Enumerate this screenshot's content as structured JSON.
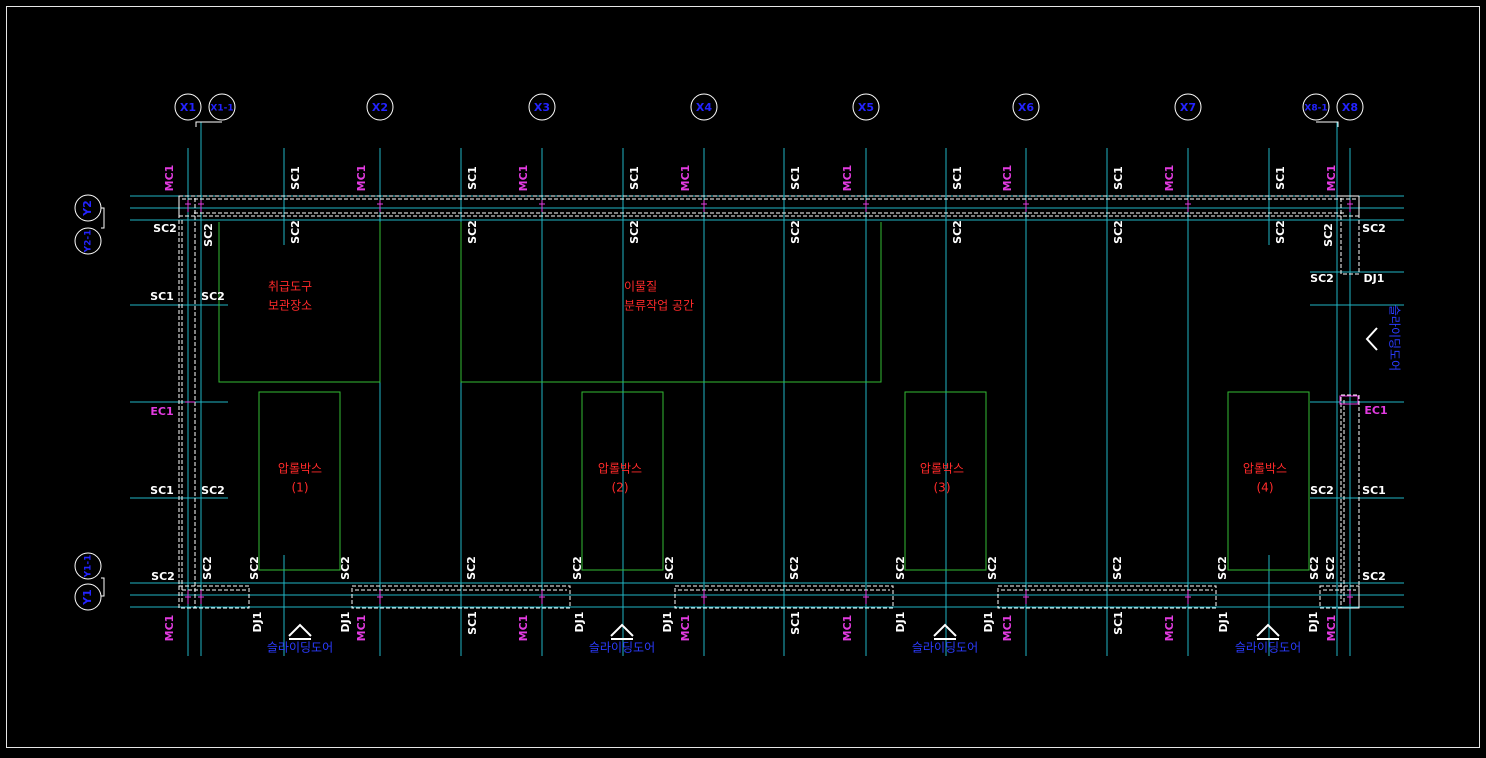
{
  "colors": {
    "background": "#000000",
    "frame": "#e6e6e6",
    "grid_line": "#21b5c4",
    "wall": "#ffffff",
    "column_mark": "#e23be0",
    "zone": "#33bb33",
    "room_label": "#ff2a2a",
    "grid_bubble_text": "#2323ff",
    "grid_bubble_fill": "#000000",
    "member_label": "#ffffff",
    "door_label": "#2b3bff"
  },
  "grid": {
    "x_labels": [
      "X1",
      "X1-1",
      "X2",
      "X3",
      "X4",
      "X5",
      "X6",
      "X7",
      "X8-1",
      "X8"
    ],
    "y_labels": [
      "Y2",
      "Y2-1",
      "Y1-1",
      "Y1"
    ]
  },
  "rooms": [
    {
      "lines": [
        "취급도구",
        "보관장소"
      ]
    },
    {
      "lines": [
        "이물질",
        "분류작업 공간"
      ]
    },
    {
      "lines": [
        "압롤박스",
        "(1)"
      ]
    },
    {
      "lines": [
        "압롤박스",
        "(2)"
      ]
    },
    {
      "lines": [
        "압롤박스",
        "(3)"
      ]
    },
    {
      "lines": [
        "압롤박스",
        "(4)"
      ]
    }
  ],
  "members": {
    "mc1": "MC1",
    "sc1": "SC1",
    "sc2": "SC2",
    "ec1": "EC1",
    "dj1": "DJ1"
  },
  "doors": {
    "bottom": [
      "슬라이딩도어",
      "슬라이딩도어",
      "슬라이딩도어",
      "슬라이딩도어"
    ],
    "side": "슬라이딩도어"
  }
}
